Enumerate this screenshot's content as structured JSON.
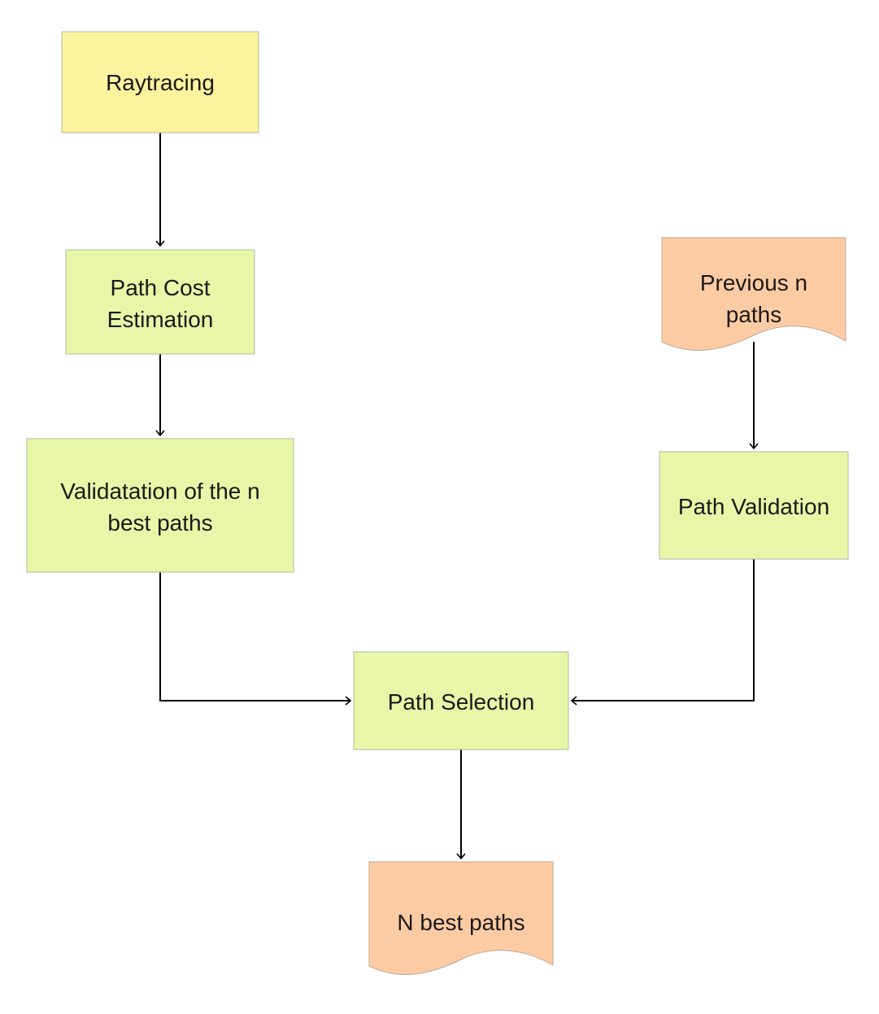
{
  "colors": {
    "process_yellow": "#fbf39d",
    "process_green": "#e7f7a7",
    "document_orange": "#fdcba3",
    "border": "#b0b0a0",
    "edge": "#000000"
  },
  "nodes": {
    "raytracing": {
      "label_lines": [
        "Raytracing"
      ],
      "shape": "process",
      "fill": "process_yellow"
    },
    "path_cost_estimation": {
      "label_lines": [
        "Path Cost",
        "Estimation"
      ],
      "shape": "process",
      "fill": "process_green"
    },
    "validation_n_best": {
      "label_lines": [
        "Validatation of the n",
        "best paths"
      ],
      "shape": "process",
      "fill": "process_green"
    },
    "previous_n_paths": {
      "label_lines": [
        "Previous n",
        "paths"
      ],
      "shape": "document",
      "fill": "document_orange"
    },
    "path_validation": {
      "label_lines": [
        "Path Validation"
      ],
      "shape": "process",
      "fill": "process_green"
    },
    "path_selection": {
      "label_lines": [
        "Path Selection"
      ],
      "shape": "process",
      "fill": "process_green"
    },
    "n_best_paths": {
      "label_lines": [
        "N best paths"
      ],
      "shape": "document",
      "fill": "document_orange"
    }
  },
  "edges": [
    {
      "from": "raytracing",
      "to": "path_cost_estimation"
    },
    {
      "from": "path_cost_estimation",
      "to": "validation_n_best"
    },
    {
      "from": "validation_n_best",
      "to": "path_selection"
    },
    {
      "from": "previous_n_paths",
      "to": "path_validation"
    },
    {
      "from": "path_validation",
      "to": "path_selection"
    },
    {
      "from": "path_selection",
      "to": "n_best_paths"
    }
  ]
}
